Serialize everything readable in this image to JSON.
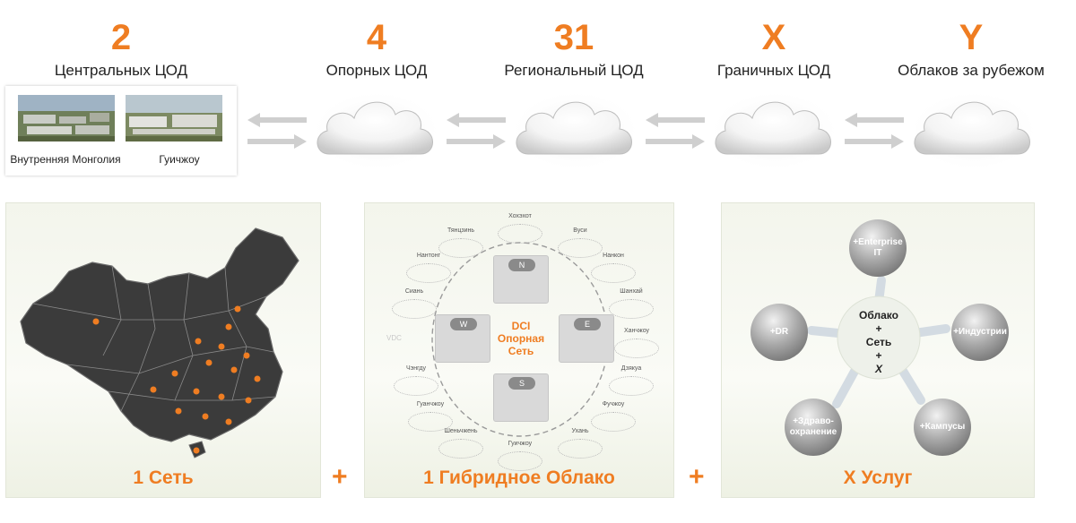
{
  "colors": {
    "accent": "#ef7d22",
    "map": "#3b3b3b",
    "dot": "#ef7d22"
  },
  "tiers": [
    {
      "number": "2",
      "label": "Центральных ЦОД"
    },
    {
      "number": "4",
      "label": "Опорных ЦОД"
    },
    {
      "number": "31",
      "label": "Региональный ЦОД"
    },
    {
      "number": "X",
      "label": "Граничных ЦОД"
    },
    {
      "number": "Y",
      "label": "Облаков за рубежом"
    }
  ],
  "central_sites": [
    {
      "caption": "Внутренняя  Монголия"
    },
    {
      "caption": "Гуичжоу"
    }
  ],
  "panels": [
    {
      "title": "1 Сеть"
    },
    {
      "title": "1 Гибридное Облако"
    },
    {
      "title": "X Услуг"
    }
  ],
  "plus_sign": "+",
  "hybrid": {
    "center": [
      "DCI",
      "Опорная",
      "Сеть"
    ],
    "core_tags": [
      "N",
      "E",
      "S",
      "W"
    ],
    "nodes": [
      "Хохэхот",
      "Вуси",
      "Нанкон",
      "Шанхай",
      "Ханчжоу",
      "Дзякуа",
      "Фучжоу",
      "Ухань",
      "Гуичжоу",
      "Шеньчжень",
      "Гуанчжоу",
      "Чэнгду",
      "Сиань",
      "Нантонг",
      "Тянцзинь"
    ],
    "faded_label": "VDC"
  },
  "services": {
    "center": [
      "Облако",
      "+",
      "Сеть",
      "+",
      "X"
    ],
    "items": [
      "+Enterprise IT",
      "+Индустрии",
      "+Кампусы",
      "+Здраво-охранение",
      "+DR"
    ]
  }
}
